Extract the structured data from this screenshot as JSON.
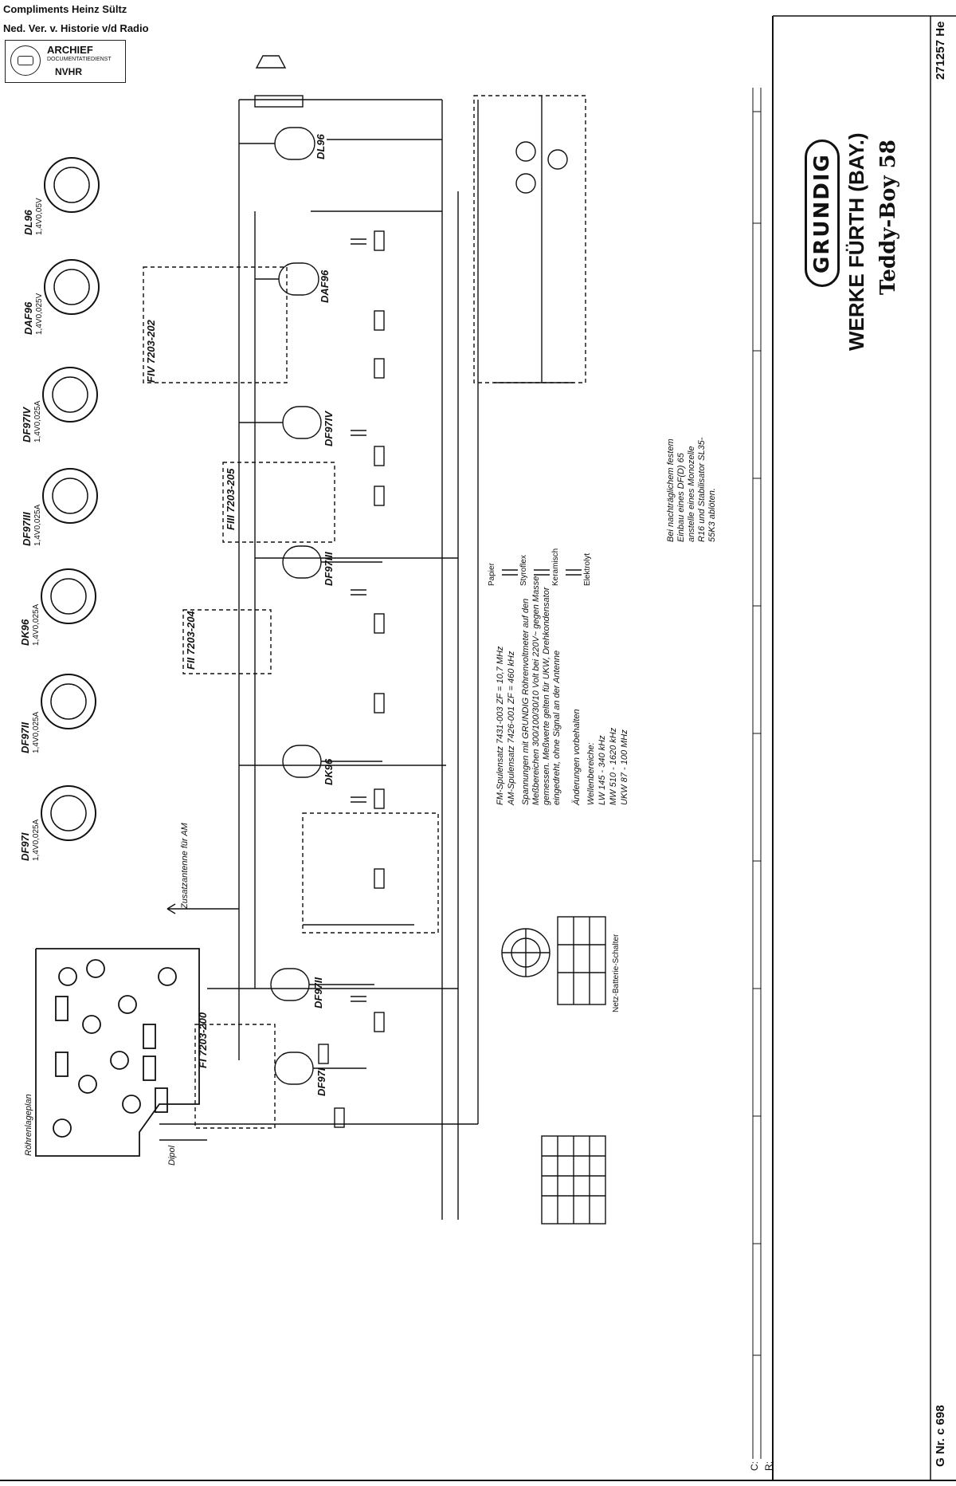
{
  "header": {
    "line1": "Compliments Heinz Sültz",
    "line2": "Ned. Ver. v. Historie v/d Radio",
    "stamp_title": "ARCHIEF",
    "stamp_sub": "DOCUMENTATIEDIENST",
    "stamp_org": "NVHR"
  },
  "title_block": {
    "brand": "GRUNDIG",
    "maker": "WERKE FÜRTH (BAY.)",
    "model": "Teddy-Boy 58",
    "doc_number": "271257 He",
    "drawing_number": "G Nr. c 698",
    "row_c": "C:",
    "row_r": "R:"
  },
  "tubes": [
    {
      "name": "DF97I",
      "spec": "1,4V0,025A"
    },
    {
      "name": "DF97II",
      "spec": "1,4V0,025A"
    },
    {
      "name": "DK96",
      "spec": "1,4V0,025A"
    },
    {
      "name": "DF97III",
      "spec": "1,4V0,025A"
    },
    {
      "name": "DF97IV",
      "spec": "1,4V0,025A"
    },
    {
      "name": "DAF96",
      "spec": "1,4V0,025V"
    },
    {
      "name": "DL96",
      "spec": "1,4V0,05V"
    }
  ],
  "schematic_tubes": [
    "DF97I",
    "DF97II",
    "DK96",
    "DF97III",
    "DF97IV",
    "DAF96",
    "DL96"
  ],
  "filters": [
    "FI 7203-200",
    "FII 7203-204",
    "FIII 7203-205",
    "FIV 7203-202"
  ],
  "labels": {
    "aux_antenna": "Zusatzantenne für AM",
    "tube_layout": "Röhrenlageplan",
    "dipole": "Dipol",
    "switch": "Netz-Batterie-Schalter",
    "capacitor_legend": [
      "Papier",
      "Styroflex",
      "Keramisch",
      "Elektrolyt"
    ]
  },
  "notes": {
    "coils": [
      "FM-Spulensatz 7431-003   ZF = 10,7 MHz",
      "AM-Spulensatz 7426-001   ZF = 460 kHz"
    ],
    "voltages": "Spannungen mit GRUNDIG Röhrenvoltmeter auf den Meßbereichen 300/100/30/10 Volt bei 220V~ gegen Masse gemessen. Meßwerte gelten für UKW, Drehkondensator eingedreht, ohne Signal an der Antenne",
    "changes": "Änderungen vorbehalten",
    "bands_title": "Wellenbereiche:",
    "bands": [
      "LW  145 - 340 kHz",
      "MW  510 - 1620 kHz",
      "UKW  87 - 100 MHz"
    ],
    "retrofit": "Bei nachträglichem festem Einbau eines DF(D) 65 anstelle eines Monozelle R16 und Stabilisator SL35-55K3 ablöten."
  }
}
